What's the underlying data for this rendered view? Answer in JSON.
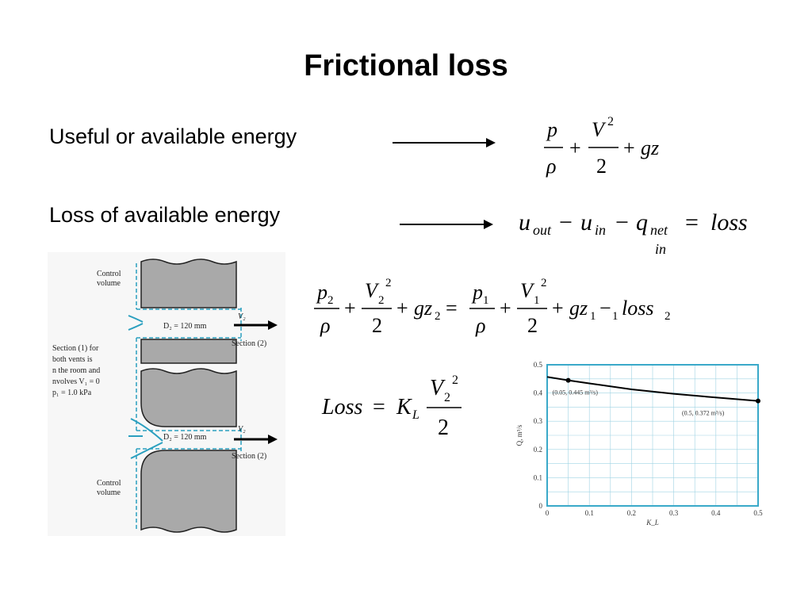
{
  "slide": {
    "title": "Frictional loss",
    "line1": "Useful or available energy",
    "line2": "Loss of available energy"
  },
  "diagram": {
    "control_volume_label": "Control\nvolume",
    "d2_label": "D₂ = 120 mm",
    "v2_label": "V₂",
    "section2_label": "Section (2)",
    "section1_text": [
      "Section (1) for",
      "both vents is",
      "n the room and",
      "nvolves V₁ = 0",
      "p₁ = 1.0 kPa"
    ],
    "control_volume_label_bottom": "Control\nvolume"
  },
  "chart_data": {
    "type": "line",
    "xlabel": "K_L",
    "ylabel": "Q, m³/s",
    "xlim": [
      0,
      0.5
    ],
    "ylim": [
      0,
      0.5
    ],
    "xticks": [
      "0",
      "0.1",
      "0.2",
      "0.3",
      "0.4",
      "0.5"
    ],
    "yticks": [
      "0",
      "0.1",
      "0.2",
      "0.3",
      "0.4",
      "0.5"
    ],
    "grid": true,
    "series": [
      {
        "x": [
          0,
          0.05,
          0.1,
          0.2,
          0.3,
          0.4,
          0.5
        ],
        "y": [
          0.457,
          0.445,
          0.434,
          0.413,
          0.397,
          0.384,
          0.372
        ]
      }
    ],
    "points": [
      {
        "x": 0.05,
        "y": 0.445,
        "label": "(0.05, 0.445 m³/s)"
      },
      {
        "x": 0.5,
        "y": 0.372,
        "label": "(0.5, 0.372 m³/s)"
      }
    ],
    "colors": {
      "frame": "#3aa9c9",
      "grid": "#9fd3e3",
      "curve": "#000000"
    }
  }
}
